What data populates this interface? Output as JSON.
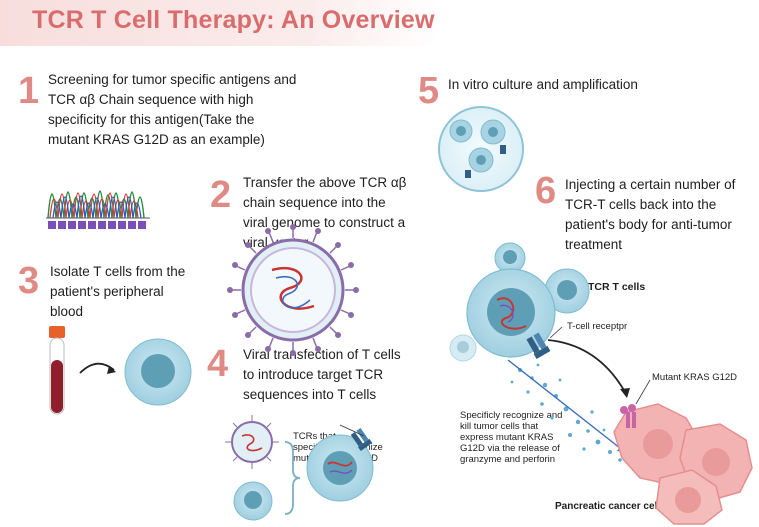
{
  "title": "TCR T Cell Therapy: An Overview",
  "steps": [
    {
      "number": "1",
      "text": "Screening for tumor specific antigens and TCR αβ Chain sequence with high specificity for this antigen(Take the mutant KRAS G12D as an example)"
    },
    {
      "number": "2",
      "text": "Transfer the above TCR αβ chain sequence into the viral genome to construct a viral vector."
    },
    {
      "number": "3",
      "text": "Isolate T cells from the patient's peripheral blood"
    },
    {
      "number": "4",
      "text": "Viral transfection of T cells to introduce target TCR sequences into T cells"
    },
    {
      "number": "5",
      "text": "In vitro culture and amplification"
    },
    {
      "number": "6",
      "text": "Injecting a certain number of TCR-T cells back into the patient's body for anti-tumor treatment"
    }
  ],
  "labels": {
    "tcr_specific": "TCRs that specifically recognize mutant KRAS G12D",
    "tcr_t_cells": "TCR T cells",
    "t_cell_receptor": "T-cell receptpr",
    "mutant_kras": "Mutant KRAS G12D",
    "recognize_kill": "Specificly recognize and kill tumor cells that express mutant KRAS G12D via the release of granzyme and perforin",
    "pancreatic": "Pancreatic cancer cells"
  },
  "colors": {
    "title": "#d96c6c",
    "step_number": "#e08a85",
    "cell_fill": "#b9dde9",
    "cell_nucleus": "#5f9fb5",
    "receptor": "#2f5f86",
    "cancer_cell": "#f3b3b3",
    "virus_spike": "#8a6ca8"
  }
}
